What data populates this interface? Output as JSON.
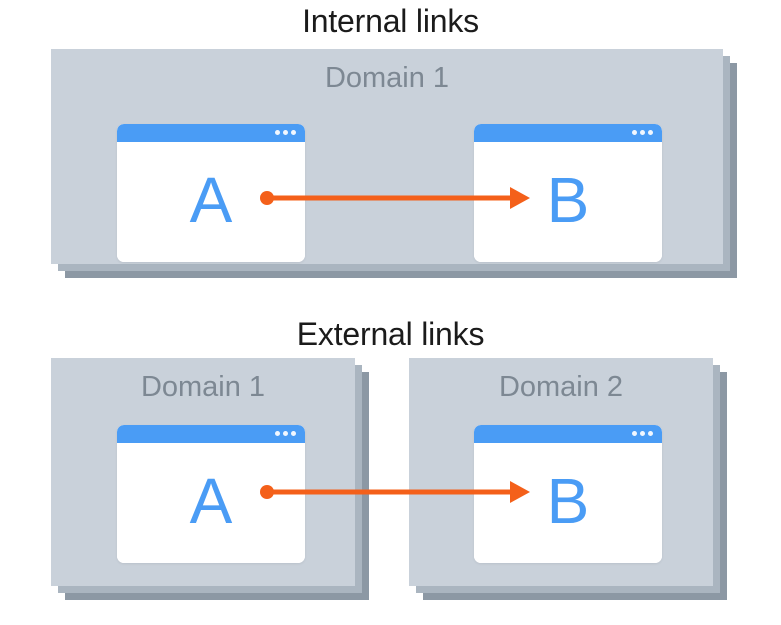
{
  "figure": {
    "type": "diagram",
    "subject": "internal-vs-external-links",
    "background_color": "#ffffff"
  },
  "colors": {
    "panel_fill": "#c9d1da",
    "panel_shadow_dark": "#8c98a4",
    "panel_shadow_light": "#aab5c0",
    "window_titlebar_blue": "#4a9cf5",
    "window_body": "#ffffff",
    "letter_blue": "#4a9cf5",
    "arrow_orange": "#f4601a",
    "heading_text": "#1b1b1b",
    "domain_label_text": "#7d8893"
  },
  "sections": [
    {
      "id": "internal",
      "title": "Internal links",
      "layout": "one-domain-panel",
      "panels": [
        {
          "id": "internal-domain-1",
          "label": "Domain 1",
          "windows": [
            {
              "id": "internal-window-a",
              "letter": "A",
              "role": "source",
              "dots": 3
            },
            {
              "id": "internal-window-b",
              "letter": "B",
              "role": "target",
              "dots": 3
            }
          ]
        }
      ],
      "arrow": {
        "id": "internal-link-arrow",
        "from": "A",
        "to": "B",
        "start_marker": "circle",
        "end_marker": "arrowhead",
        "color": "#f4601a",
        "crosses_domain_boundary": false
      }
    },
    {
      "id": "external",
      "title": "External links",
      "layout": "two-domain-panels",
      "panels": [
        {
          "id": "external-domain-1",
          "label": "Domain 1",
          "windows": [
            {
              "id": "external-window-a",
              "letter": "A",
              "role": "source",
              "dots": 3
            }
          ]
        },
        {
          "id": "external-domain-2",
          "label": "Domain 2",
          "windows": [
            {
              "id": "external-window-b",
              "letter": "B",
              "role": "target",
              "dots": 3
            }
          ]
        }
      ],
      "arrow": {
        "id": "external-link-arrow",
        "from": "A",
        "to": "B",
        "start_marker": "circle",
        "end_marker": "arrowhead",
        "color": "#f4601a",
        "crosses_domain_boundary": true
      }
    }
  ]
}
